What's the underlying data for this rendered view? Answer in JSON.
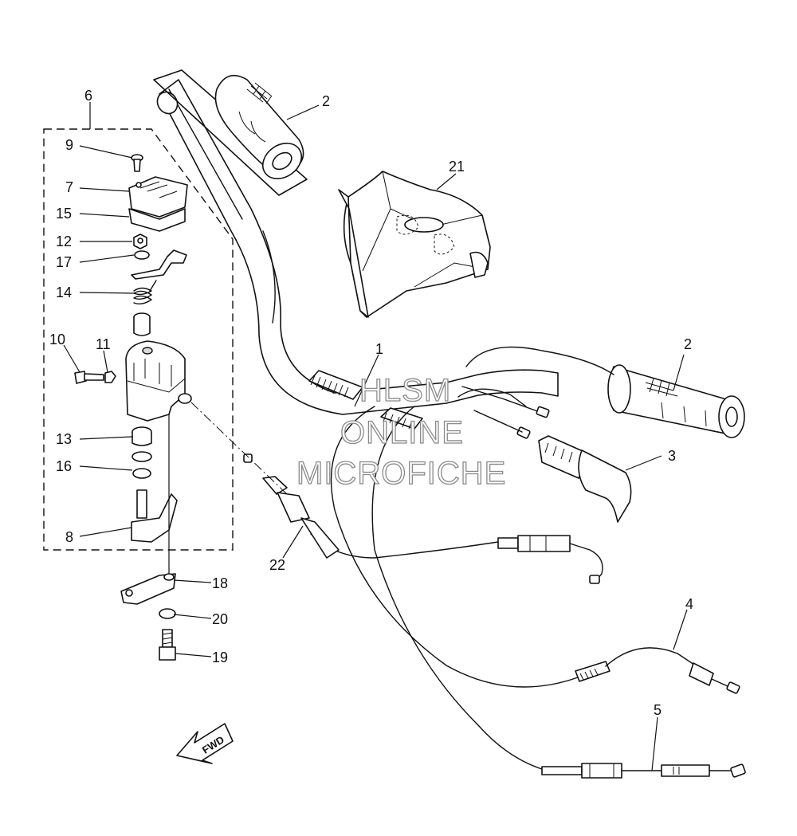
{
  "callouts": [
    {
      "id": "c1",
      "text": "1"
    },
    {
      "id": "c2a",
      "text": "2"
    },
    {
      "id": "c2b",
      "text": "2"
    },
    {
      "id": "c3",
      "text": "3"
    },
    {
      "id": "c4",
      "text": "4"
    },
    {
      "id": "c5",
      "text": "5"
    },
    {
      "id": "c6",
      "text": "6"
    },
    {
      "id": "c7",
      "text": "7"
    },
    {
      "id": "c8",
      "text": "8"
    },
    {
      "id": "c9",
      "text": "9"
    },
    {
      "id": "c10",
      "text": "10"
    },
    {
      "id": "c11",
      "text": "11"
    },
    {
      "id": "c12",
      "text": "12"
    },
    {
      "id": "c13",
      "text": "13"
    },
    {
      "id": "c14",
      "text": "14"
    },
    {
      "id": "c15",
      "text": "15"
    },
    {
      "id": "c16",
      "text": "16"
    },
    {
      "id": "c17",
      "text": "17"
    },
    {
      "id": "c18",
      "text": "18"
    },
    {
      "id": "c19",
      "text": "19"
    },
    {
      "id": "c20",
      "text": "20"
    },
    {
      "id": "c21",
      "text": "21"
    },
    {
      "id": "c22",
      "text": "22"
    }
  ],
  "watermark": {
    "line1": "HLSM",
    "line2": "ONLINE",
    "line3": "MICROFICHE",
    "color": "#8a8a8a"
  },
  "direction_arrow": {
    "label": "FWD",
    "icon": "forward-arrow-icon"
  }
}
